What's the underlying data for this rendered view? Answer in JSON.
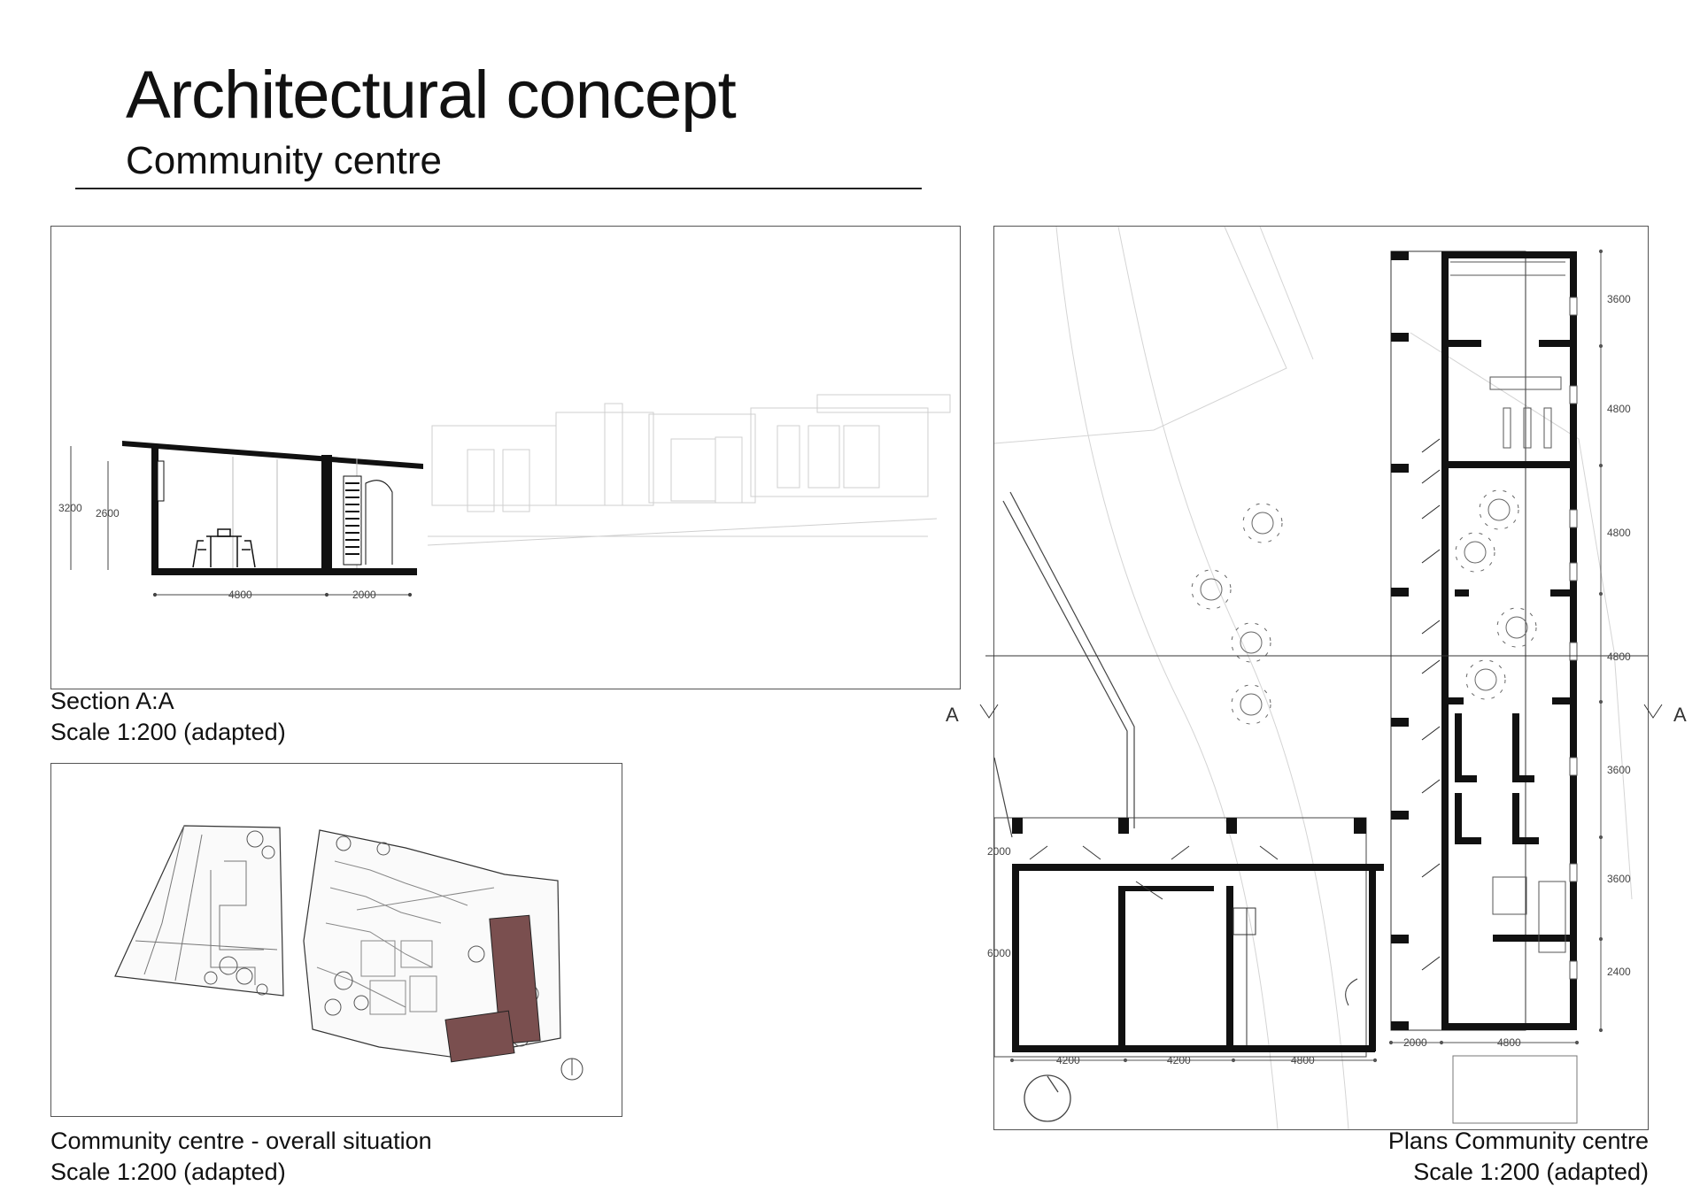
{
  "header": {
    "title": "Architectural concept",
    "subtitle": "Community centre"
  },
  "section_panel": {
    "caption_line1": "Section A:A",
    "caption_line2": "Scale 1:200 (adapted)",
    "dims": {
      "height_total": "3200",
      "height_inner": "2600",
      "width_main": "4800",
      "width_side": "2000"
    }
  },
  "site_panel": {
    "caption_line1": "Community centre - overall situation",
    "caption_line2": "Scale 1:200 (adapted)",
    "colors": {
      "highlight": "#7a4f4f"
    }
  },
  "plan_panel": {
    "caption_line1": "Plans Community centre",
    "caption_line2": "Scale 1:200 (adapted)",
    "section_marker": "A",
    "dims_right": [
      "3600",
      "4800",
      "4800",
      "4800",
      "3600",
      "3600",
      "2400"
    ],
    "dims_left": [
      "2000",
      "6000"
    ],
    "dims_bottom_annex": [
      "4200",
      "4200",
      "4800"
    ],
    "dims_bottom_main": [
      "2000",
      "4800"
    ]
  }
}
